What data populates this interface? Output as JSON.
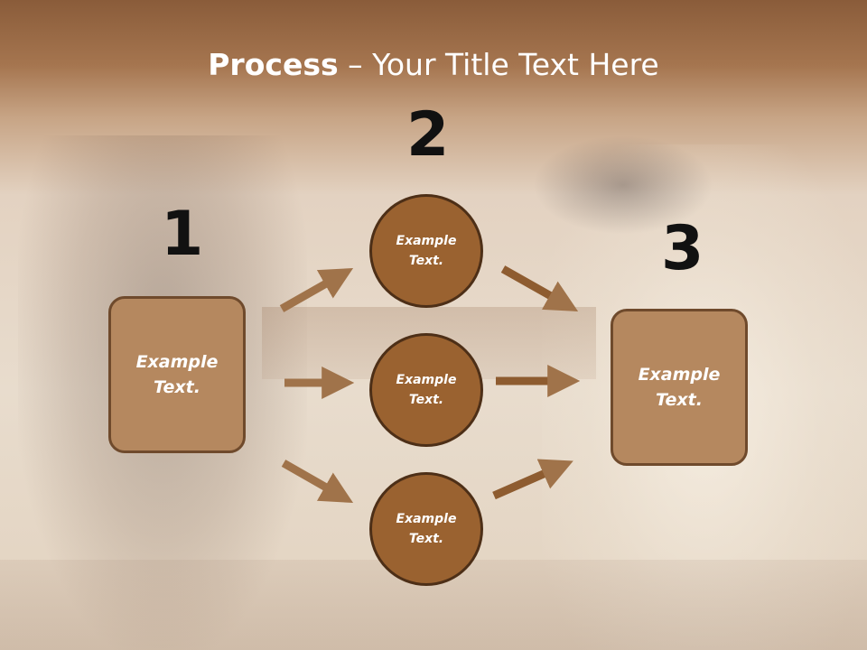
{
  "title": {
    "bold": "Process",
    "rest": " – Your Title Text Here"
  },
  "numbers": [
    "1",
    "2",
    "3"
  ],
  "left_box": {
    "text": "Example\nText."
  },
  "right_box": {
    "text": "Example\nText."
  },
  "circles": [
    {
      "text": "Example\nText."
    },
    {
      "text": "Example\nText."
    },
    {
      "text": "Example\nText."
    }
  ],
  "colors": {
    "box_fill": "#b5885f",
    "circle_fill": "#9a6230",
    "arrow": "#a0734a",
    "title": "#ffffff"
  }
}
